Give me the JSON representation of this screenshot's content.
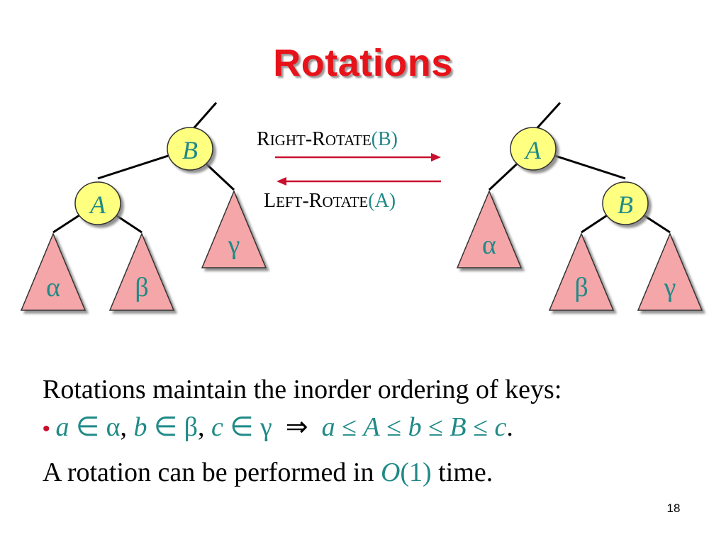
{
  "title": "Rotations",
  "arrows": {
    "right_rotate": {
      "name": "Right-Rotate",
      "arg": "(B)"
    },
    "left_rotate": {
      "name": "Left-Rotate",
      "arg": "(A)"
    }
  },
  "left_tree": {
    "root": "B",
    "child": "A",
    "subtrees": [
      "α",
      "β",
      "γ"
    ]
  },
  "right_tree": {
    "root": "A",
    "child": "B",
    "subtrees": [
      "α",
      "β",
      "γ"
    ]
  },
  "text": {
    "line1": "Rotations maintain the inorder ordering of keys:",
    "line2": {
      "bullet": "•",
      "a": "a",
      "in": "∈",
      "alpha": "α",
      "b": "b",
      "beta": "β",
      "c": "c",
      "gamma": "γ",
      "implies": "⇒",
      "A": "A",
      "B": "B",
      "leq": "≤"
    },
    "line3_pre": "A rotation can be performed in",
    "line3_math": "O(1)",
    "line3_post": "time."
  },
  "page_number": "18",
  "colors": {
    "title": "#e8131a",
    "node_fill": "#ffff80",
    "triangle_fill": "#f4a6a8",
    "teal": "#1f8a87",
    "arrow": "#c8102e"
  }
}
